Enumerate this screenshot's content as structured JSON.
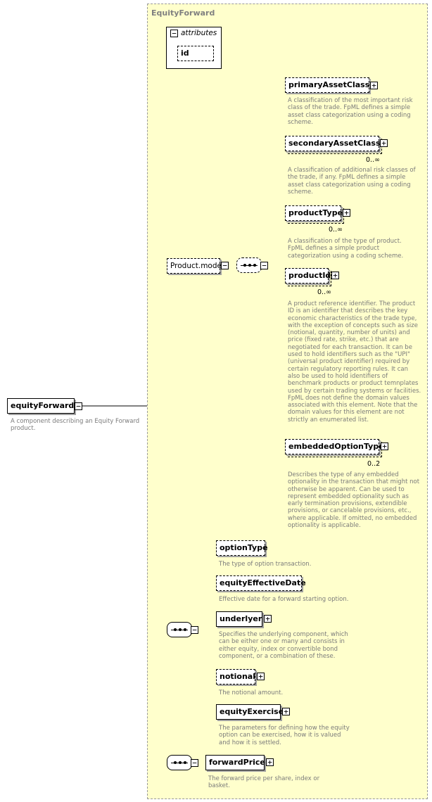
{
  "container": {
    "title": "EquityForward"
  },
  "root": {
    "name": "equityForward",
    "description": "A component describing an Equity Forward\nproduct."
  },
  "attributes": {
    "label": "attributes",
    "items": [
      "id"
    ]
  },
  "product_model": {
    "name": "Product.model"
  },
  "product_elements": [
    {
      "name": "primaryAssetClass",
      "occurrence": "",
      "description": "A classification of the most important risk\nclass of the trade. FpML defines a simple\nasset class categorization using a coding\nscheme."
    },
    {
      "name": "secondaryAssetClass",
      "occurrence": "0..∞",
      "description": "A classification of additional risk classes of\nthe trade, if any. FpML defines a simple\nasset class categorization using a coding\nscheme."
    },
    {
      "name": "productType",
      "occurrence": "0..∞",
      "description": "A classification of the type of product.\nFpML defines a simple product\ncategorization using a coding scheme."
    },
    {
      "name": "productId",
      "occurrence": "0..∞",
      "description": "A product reference identifier. The product\nID is an identifier that describes the key\neconomic characteristics of the trade type,\nwith the exception of concepts such as size\n(notional, quantity, number of units) and\nprice (fixed rate, strike, etc.) that are\nnegotiated for each transaction. It can be\nused to hold identifiers such as the \"UPI\"\n(universal product identifier) required by\ncertain regulatory reporting rules. It can\nalso be used to hold identifiers of\nbenchmark products or product temnplates\nused by certain trading systems or facilities.\nFpML does not define the domain values\nassociated with this element. Note that the\ndomain values for this element are not\nstrictly an enumerated list."
    },
    {
      "name": "embeddedOptionType",
      "occurrence": "0..2",
      "description": "Describes the type of any embedded\noptionality in the transaction that might not\notherwise be apparent. Can be used to\nrepresent embedded optionality such as\nearly termination provisions, extendible\nprovisions, or cancelable provisions, etc.,\nwhere applicable. If omitted, no embedded\noptionality is applicable."
    }
  ],
  "option_elements": [
    {
      "name": "optionType",
      "description": "The type of option transaction."
    },
    {
      "name": "equityEffectiveDate",
      "description": "Effective date for a forward starting option."
    },
    {
      "name": "underlyer",
      "description": "Specifies the underlying component, which\ncan be either one or many and consists in\neither equity, index or convertible bond\ncomponent, or a combination of these."
    },
    {
      "name": "notional",
      "description": "The notional amount."
    },
    {
      "name": "equityExercise",
      "description": "The parameters for defining how the equity\noption can be exercised, how it is valued\nand how it is settled."
    }
  ],
  "forward_price": {
    "name": "forwardPrice",
    "description": "The forward price per share, index or\nbasket."
  }
}
